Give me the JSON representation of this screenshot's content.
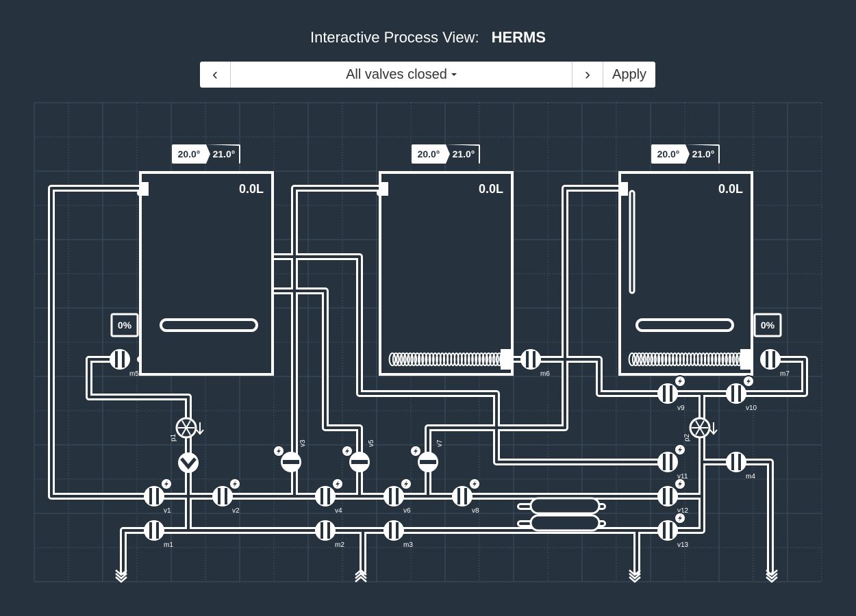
{
  "header": {
    "title": "Interactive Process View:",
    "name": "HERMS"
  },
  "selector": {
    "prev_icon": "chevron-left-icon",
    "value": "All valves closed",
    "next_icon": "chevron-right-icon",
    "apply_label": "Apply"
  },
  "kettles": [
    {
      "id": "hlt",
      "setpoint": "20.0°",
      "actual": "21.0°",
      "volume": "0.0L",
      "heater": "0%"
    },
    {
      "id": "mash",
      "setpoint": "20.0°",
      "actual": "21.0°",
      "volume": "0.0L"
    },
    {
      "id": "boil",
      "setpoint": "20.0°",
      "actual": "21.0°",
      "volume": "0.0L",
      "heater": "0%"
    }
  ],
  "valves": {
    "v1": "v1",
    "v2": "v2",
    "v3": "v3",
    "v4": "v4",
    "v5": "v5",
    "v6": "v6",
    "v7": "v7",
    "v8": "v8",
    "v9": "v9",
    "v10": "v10",
    "v11": "v11",
    "v12": "v12",
    "v13": "v13",
    "m1": "m1",
    "m2": "m2",
    "m3": "m3",
    "m4": "m4",
    "m5": "m5",
    "m6": "m6",
    "m7": "m7"
  },
  "pumps": {
    "p1": "p1",
    "p2": "p2"
  },
  "colors": {
    "background": "#26323e",
    "pipe": "#ffffff",
    "grid": "#3f5060"
  }
}
